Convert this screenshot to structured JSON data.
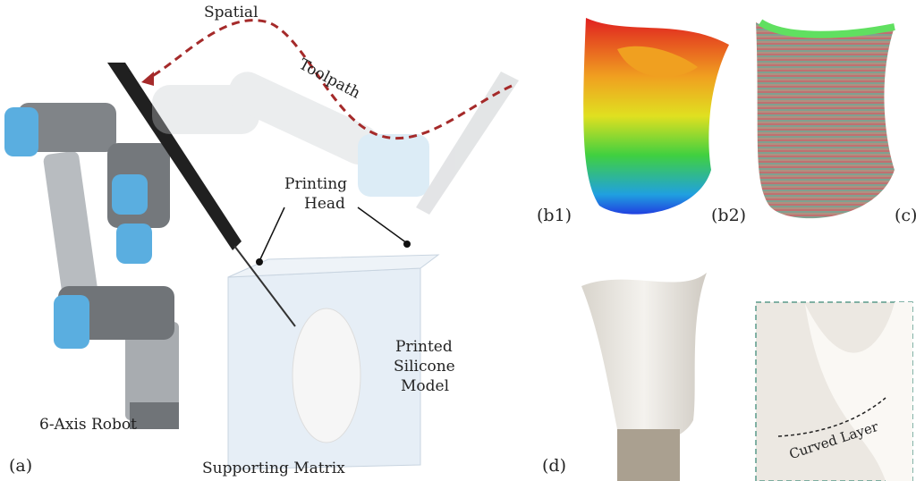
{
  "panel_a": {
    "label": "(a)",
    "spatial": "Spatial",
    "toolpath": "Toolpath",
    "printing_head": [
      "Printing",
      "Head"
    ],
    "printed_model": [
      "Printed",
      "Silicone",
      "Model"
    ],
    "robot": "6-Axis Robot",
    "matrix": "Supporting Matrix"
  },
  "panel_b1": {
    "label": "(b1)"
  },
  "panel_b2": {
    "label": "(b2)"
  },
  "panel_c": {
    "label": "(c)"
  },
  "panel_d": {
    "label": "(d)",
    "curved_layer": "Curved Layer"
  },
  "colors": {
    "toolpath_arrow": "#a52a2a",
    "robot_blue": "#5aaee0",
    "inset_border": "#5a9a8a"
  }
}
